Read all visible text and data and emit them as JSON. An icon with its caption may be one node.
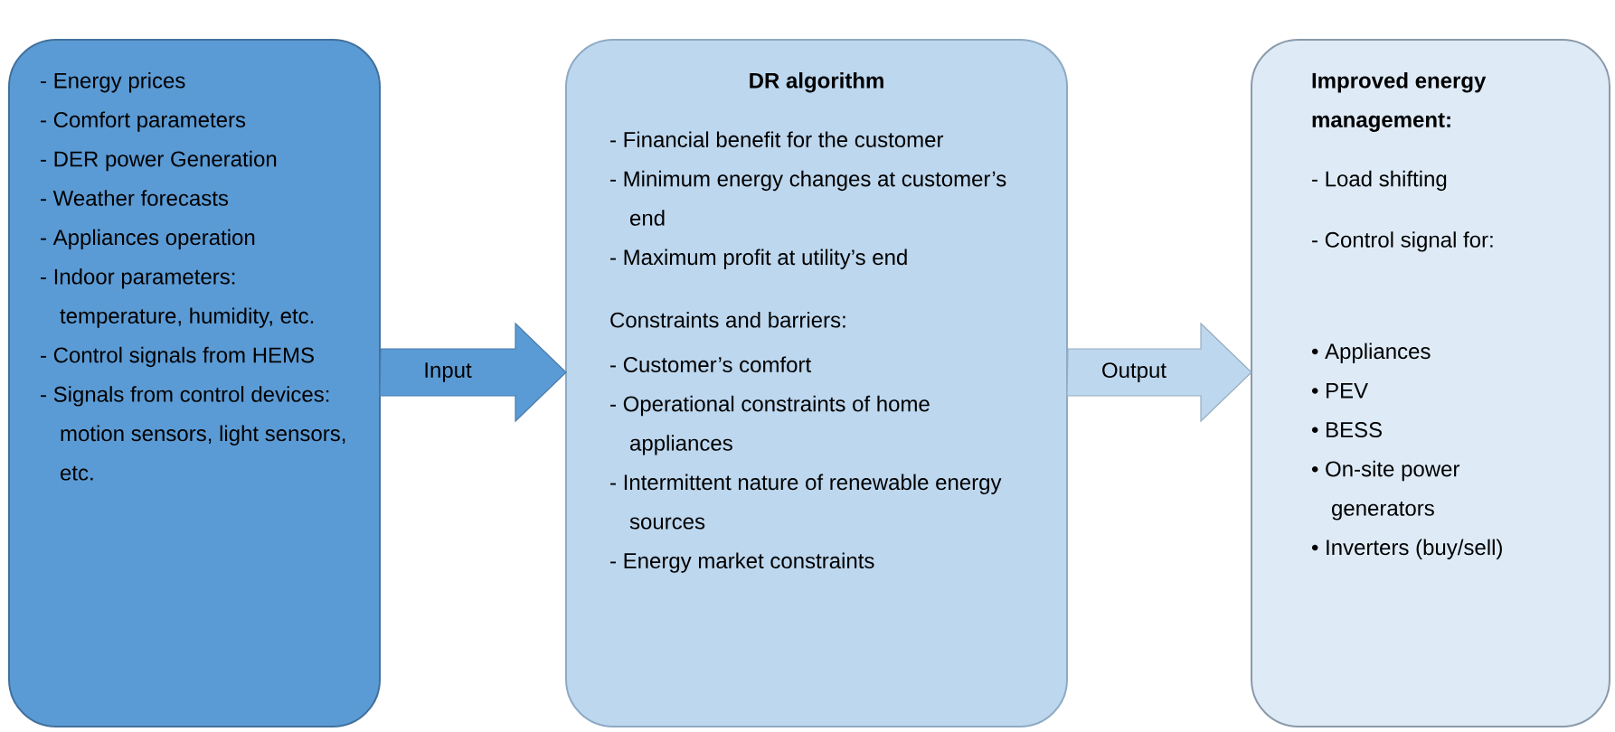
{
  "diagram": {
    "nodes": [
      {
        "text": [
          "- Energy prices",
          "- Comfort parameters",
          "- DER power Generation",
          "- Weather forecasts",
          "- Appliances operation",
          "- Indoor parameters: temperature, humidity, etc.",
          "- Control signals from HEMS",
          "- Signals from control devices: motion sensors, light sensors, etc."
        ]
      },
      {
        "text": [
          "DR algorithm",
          "- Financial benefit for the customer",
          "- Minimum energy changes at customer’s end",
          "- Maximum profit at utility’s end",
          "Constraints and barriers:",
          "- Customer’s comfort",
          "- Operational constraints of home appliances",
          "- Intermittent nature of renewable energy sources",
          "- Energy market constraints"
        ]
      },
      {
        "text": [
          "Improved energy management:",
          "- Load shifting",
          "- Control signal for:",
          "• Appliances",
          "• PEV",
          "• BESS",
          "• On-site power generators",
          "• Inverters (buy/sell)"
        ]
      }
    ],
    "edges": [
      {
        "from": 0,
        "to": 1,
        "arrow": "to",
        "label": "Input",
        "color": "#5b9bd5"
      },
      {
        "from": 1,
        "to": 2,
        "arrow": "to",
        "label": "Output",
        "color": "#bdd7ee"
      }
    ]
  }
}
